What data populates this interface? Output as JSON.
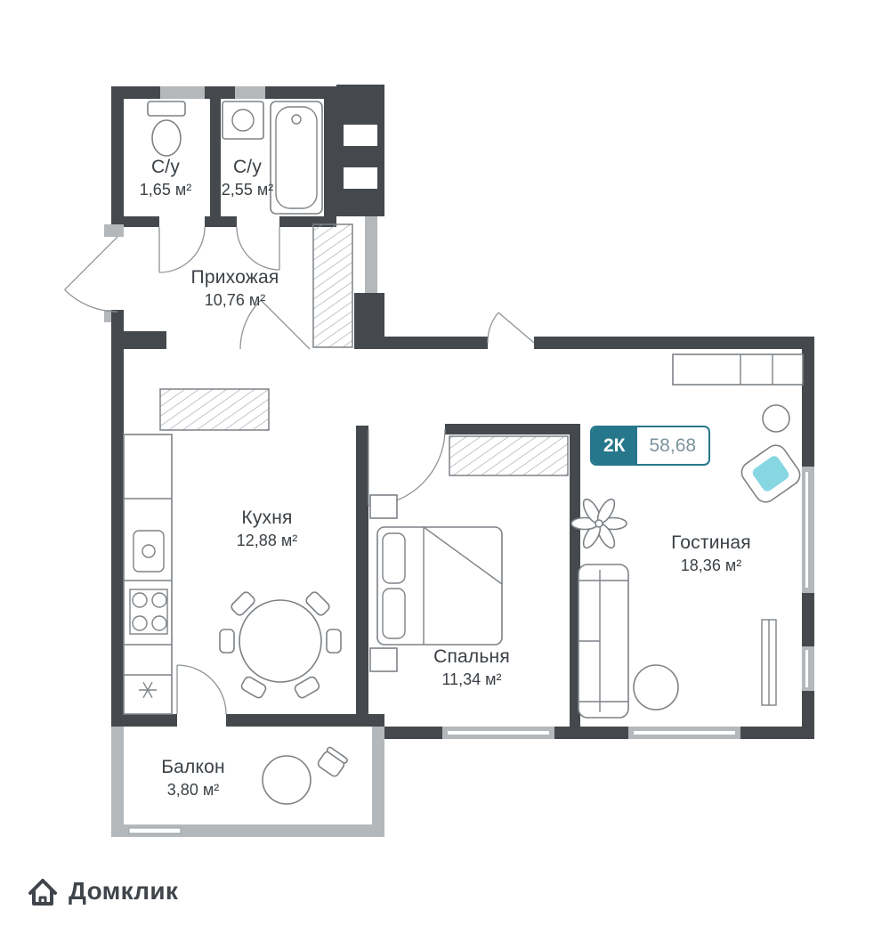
{
  "badge": {
    "rooms_count": "2К",
    "total_area": "58,68"
  },
  "rooms": {
    "bathroom_small": {
      "name": "С/у",
      "area": "1,65 м²"
    },
    "bathroom_large": {
      "name": "С/у",
      "area": "2,55 м²"
    },
    "hallway": {
      "name": "Прихожая",
      "area": "10,76 м²"
    },
    "kitchen": {
      "name": "Кухня",
      "area": "12,88 м²"
    },
    "bedroom": {
      "name": "Спальня",
      "area": "11,34 м²"
    },
    "living_room": {
      "name": "Гостиная",
      "area": "18,36 м²"
    },
    "balcony": {
      "name": "Балкон",
      "area": "3,80 м²"
    }
  },
  "logo": {
    "brand": "Домклик"
  },
  "icons": {
    "toilet": "toilet-icon",
    "bathtub": "bathtub-icon",
    "sink": "sink-icon",
    "stove": "stove-icon",
    "snowflake": "snowflake-icon",
    "dining_table": "dining-table-icon",
    "bed": "bed-icon",
    "wardrobe": "wardrobe-hatch-icon",
    "sofa": "sofa-icon",
    "tv_stand": "tv-stand-icon",
    "armchair": "armchair-icon",
    "plant": "plant-icon",
    "pouf": "pouf-icon",
    "house_logo": "house-icon"
  },
  "colors": {
    "wall_dark": "#45494d",
    "wall_light": "#b4b8ba",
    "badge_teal": "#26778c",
    "badge_area_text": "#7d939e",
    "chair_accent": "#86d7e2",
    "text": "#3b4146",
    "logo": "#3f454a"
  }
}
